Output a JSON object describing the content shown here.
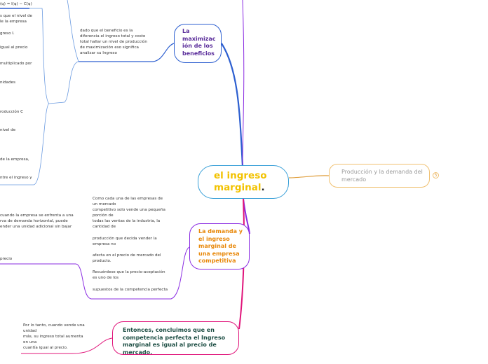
{
  "central": {
    "title_line1": "el ingreso",
    "title_line2": "marginal",
    "title_end": "."
  },
  "topics": {
    "maximizacion": {
      "lines": [
        "La",
        "maximizac",
        "ión de los",
        "beneficios"
      ]
    },
    "demanda": {
      "lines": [
        "La demanda y",
        "el ingreso",
        "marginal de",
        "una empresa",
        "competitiva"
      ]
    },
    "conclusion": {
      "lines": [
        "Entonces, concluimos que en",
        "competencia perfecta el Ingreso",
        "marginal es igual al precio de mercado."
      ]
    },
    "produccion": {
      "lines": [
        "Producción y la demanda del",
        "mercado"
      ]
    }
  },
  "badge": "5",
  "notes": {
    "beneficio": [
      "dado que el beneficio es la",
      "diferencia el ingreso total y costo",
      "total hallar un nivel de producción",
      "de  maximización eso significa",
      "analizar su Ingreso"
    ],
    "competitiva": [
      "Como cada una de las empresas de",
      "un mercado",
      "competitivo solo vende una pequeña",
      "porción de",
      "todas las ventas de la industria, la",
      "cantidad de",
      "",
      "producción que decida vender la",
      "empresa no",
      "",
      "afecta en el precio de mercado del",
      "producto.",
      "",
      "Recuérdese que la precio-aceptación",
      "es uno de los",
      "",
      "supuestos de la competencia perfecta"
    ],
    "porlotanto": [
      "Por lo tanto, cuando vende una",
      "unidad",
      "más, su ingreso total aumenta",
      "en una",
      "cuantía igual al precio."
    ]
  },
  "fragments": [
    "(q) = I(q) − C(q)",
    "s que el nivel de",
    "le la empresa",
    "greso I.",
    "igual al precio",
    "multiplicado por",
    "nidades",
    "roducción C",
    "nivel de",
    "de la empresa,",
    "ntre el ingreso y",
    "cuando la empresa se enfrenta a una",
    "rva de demanda horizontal, puede",
    "ender una unidad adicional sin bajar",
    "precio"
  ]
}
